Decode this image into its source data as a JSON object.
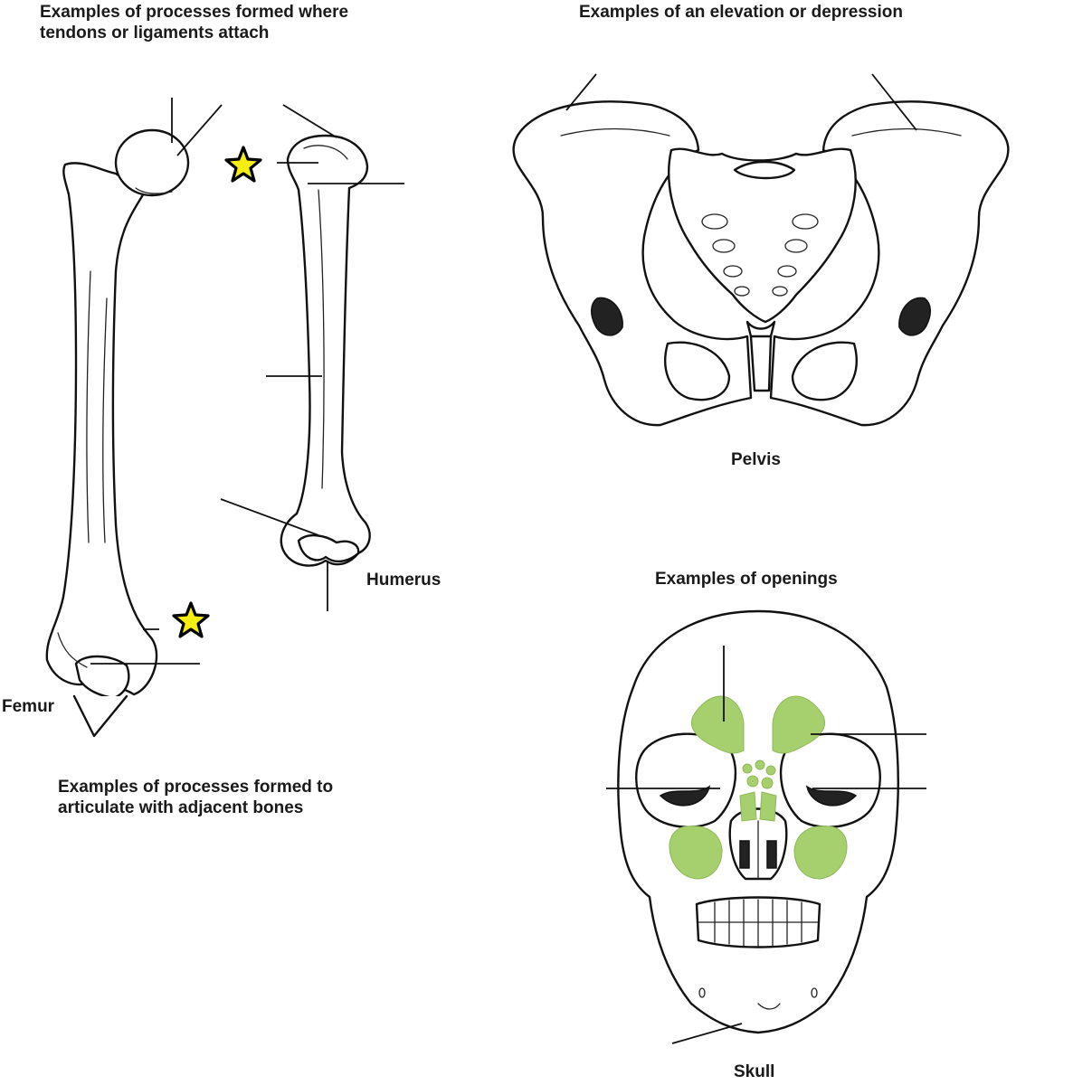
{
  "captions": {
    "tendons_ligaments": "Examples of processes formed where\ntendons or ligaments attach",
    "elevation_depression": "Examples of an elevation or depression",
    "articulate": "Examples of processes formed to\narticulate with adjacent bones",
    "openings": "Examples of openings"
  },
  "bone_labels": {
    "femur": "Femur",
    "humerus": "Humerus",
    "pelvis": "Pelvis",
    "skull": "Skull"
  },
  "colors": {
    "sinus_highlight": "#a6cf6d",
    "star_fill": "#f5ee10"
  },
  "icons": [
    "star-icon",
    "star-icon"
  ]
}
